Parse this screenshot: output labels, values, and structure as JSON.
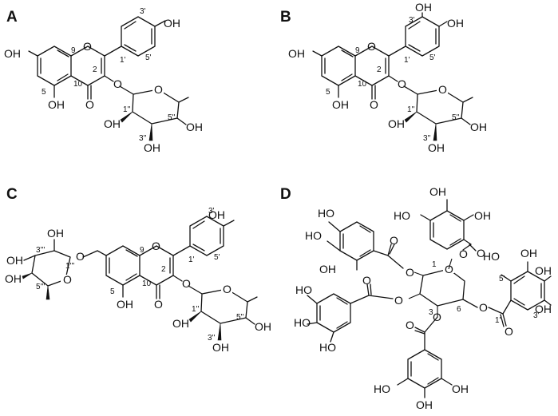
{
  "panels": {
    "A": {
      "label": "A",
      "atoms": {
        "oh_ring_b": "OH",
        "oh_7": "OH",
        "oh_5": "OH",
        "o_ring": "O",
        "o_carbonyl": "O",
        "o_glyc": "O",
        "o_sugar": "O",
        "oh_2s": "OH",
        "oh_3s": "OH",
        "oh_4s": "OH"
      },
      "numbers": {
        "n3p": "3'",
        "n5p": "5'",
        "n1p": "1'",
        "n9": "9",
        "n2": "2",
        "n10": "10",
        "n5": "5",
        "n1s": "1''",
        "n5s": "5''",
        "n3s": "3''"
      }
    },
    "B": {
      "label": "B",
      "atoms": {
        "oh_3p": "OH",
        "oh_4p": "OH",
        "oh_7": "OH",
        "oh_5": "OH",
        "o_ring": "O",
        "o_carbonyl": "O",
        "o_glyc": "O",
        "o_sugar": "O",
        "oh_2s": "OH",
        "oh_3s": "OH",
        "oh_4s": "OH"
      },
      "numbers": {
        "n3p": "3'",
        "n5p": "5'",
        "n1p": "1'",
        "n9": "9",
        "n2": "2",
        "n10": "10",
        "n5": "5",
        "n1s": "1''",
        "n5s": "5''",
        "n3s": "3''"
      }
    },
    "C": {
      "label": "C",
      "atoms": {
        "oh_ring_b": "OH",
        "oh_5": "OH",
        "o_ring": "O",
        "o_carbonyl": "O",
        "o_glyc3": "O",
        "o_glyc7": "O",
        "o_sugar": "O",
        "o_sugar2": "O",
        "oh_2s": "OH",
        "oh_3s": "OH",
        "oh_4s": "OH",
        "oh_2t": "OH",
        "oh_3t": "OH",
        "oh_4t": "OH"
      },
      "numbers": {
        "n3p": "3'",
        "n5p": "5'",
        "n1p": "1'",
        "n9": "9",
        "n2": "2",
        "n10": "10",
        "n5": "5",
        "n1s": "1''",
        "n5s": "5''",
        "n3s": "3''",
        "n3t": "3'''",
        "n1t": "1'''",
        "n5t": "5'''"
      }
    },
    "D": {
      "label": "D",
      "atoms": {
        "oh": "OH",
        "ho": "HO",
        "o": "O"
      },
      "numbers": {
        "n1": "1",
        "n3": "3",
        "n6": "6",
        "n1p": "1'",
        "n3p": "3'",
        "n5p": "5'"
      }
    }
  }
}
